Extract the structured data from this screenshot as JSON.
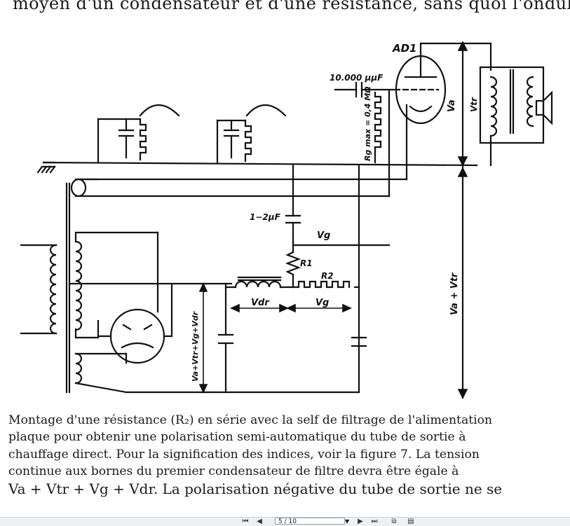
{
  "page_fragment": {
    "left": "moyen d'un condensateur et d'une résistance, sans quoi l'ondulat"
  },
  "figure": {
    "labels": {
      "tube": "AD1",
      "cap_grid": "10.000 µµF",
      "rg_max": "Rg max = 0,4 MΩ",
      "va": "Va",
      "vtr": "Vtr",
      "cap_filter": "1−2µF",
      "vg_upper": "Vg",
      "r1": "R1",
      "r2": "R2",
      "vdr": "Vdr",
      "vg_lower": "Vg",
      "va_vtr": "Va + Vtr",
      "va_sum": "Va+Vtr+Vg+Vdr"
    }
  },
  "caption": {
    "line1": "Montage d'une résistance (R₂) en série avec la self de filtrage de l'alimentation",
    "line2": "plaque pour obtenir une polarisation semi-automatique du tube de sortie à",
    "line3": "chauffage direct. Pour la signification des indices, voir la figure 7. La tension",
    "line4": "continue aux bornes du premier condensateur de filtre devra être égale à",
    "line5": "Va + Vtr + Vg + Vdr. La polarisation négative du tube de sortie ne se"
  },
  "viewer": {
    "page_indicator": "5 / 10",
    "icons": [
      "first-page-icon",
      "prev-page-icon",
      "next-page-icon",
      "last-page-icon",
      "fit-icon",
      "print-icon"
    ]
  }
}
